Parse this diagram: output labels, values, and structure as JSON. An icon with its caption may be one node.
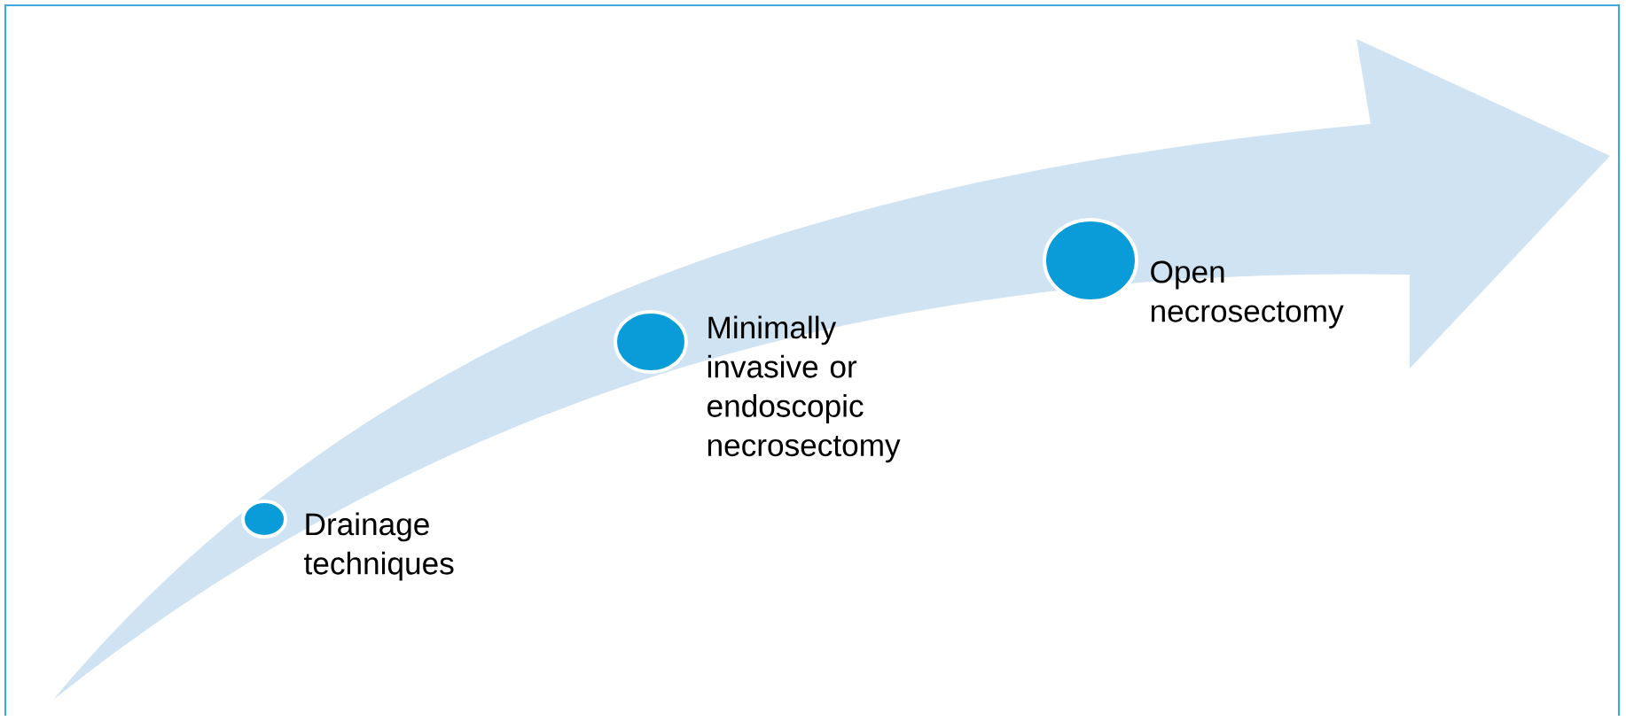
{
  "diagram": {
    "nodes": [
      {
        "text": [],
        "shape": "circle",
        "beside": [
          "Drainage techniques"
        ]
      },
      {
        "text": [],
        "shape": "circle",
        "beside": [
          "Minimally invasive or endoscopic necrosectomy"
        ]
      },
      {
        "text": [],
        "shape": "circle",
        "beside": [
          "Open necrosectomy"
        ]
      }
    ]
  }
}
